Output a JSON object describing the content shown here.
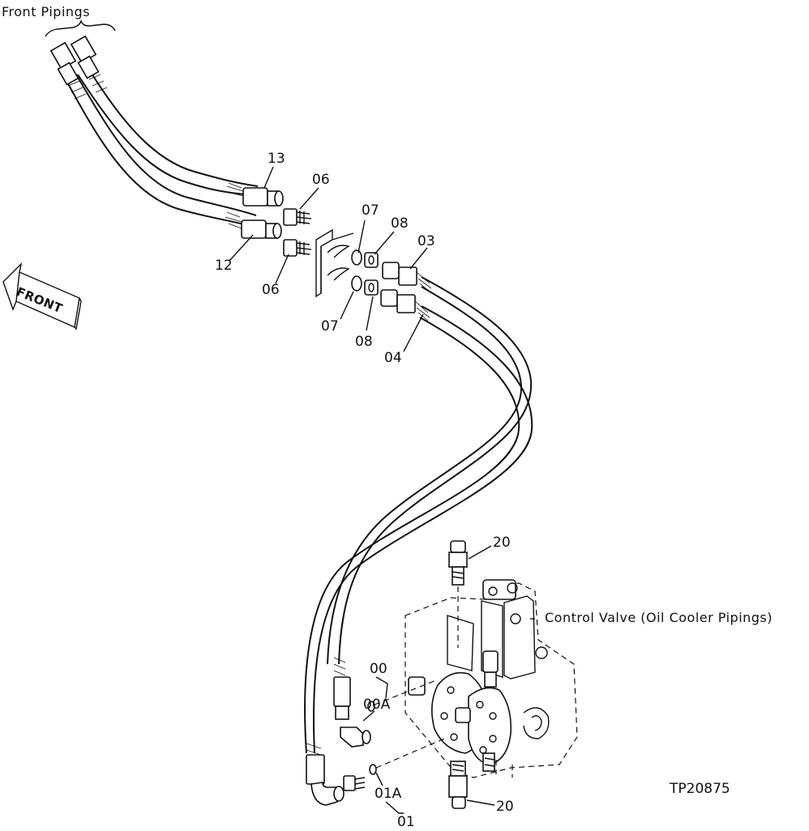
{
  "header": {
    "title": "Front Pipings"
  },
  "orientation": {
    "front_label": "FRONT"
  },
  "callouts": {
    "p13": "13",
    "p06a": "06",
    "p12": "12",
    "p06b": "06",
    "p07a": "07",
    "p08a": "08",
    "p03": "03",
    "p07b": "07",
    "p08b": "08",
    "p04": "04",
    "p20a": "20",
    "p20b": "20",
    "p00": "00",
    "p00a": "00A",
    "p01a": "01A",
    "p01": "01"
  },
  "control_valve_label": "Control Valve (Oil Cooler Pipings)",
  "figure_id": "TP20875"
}
